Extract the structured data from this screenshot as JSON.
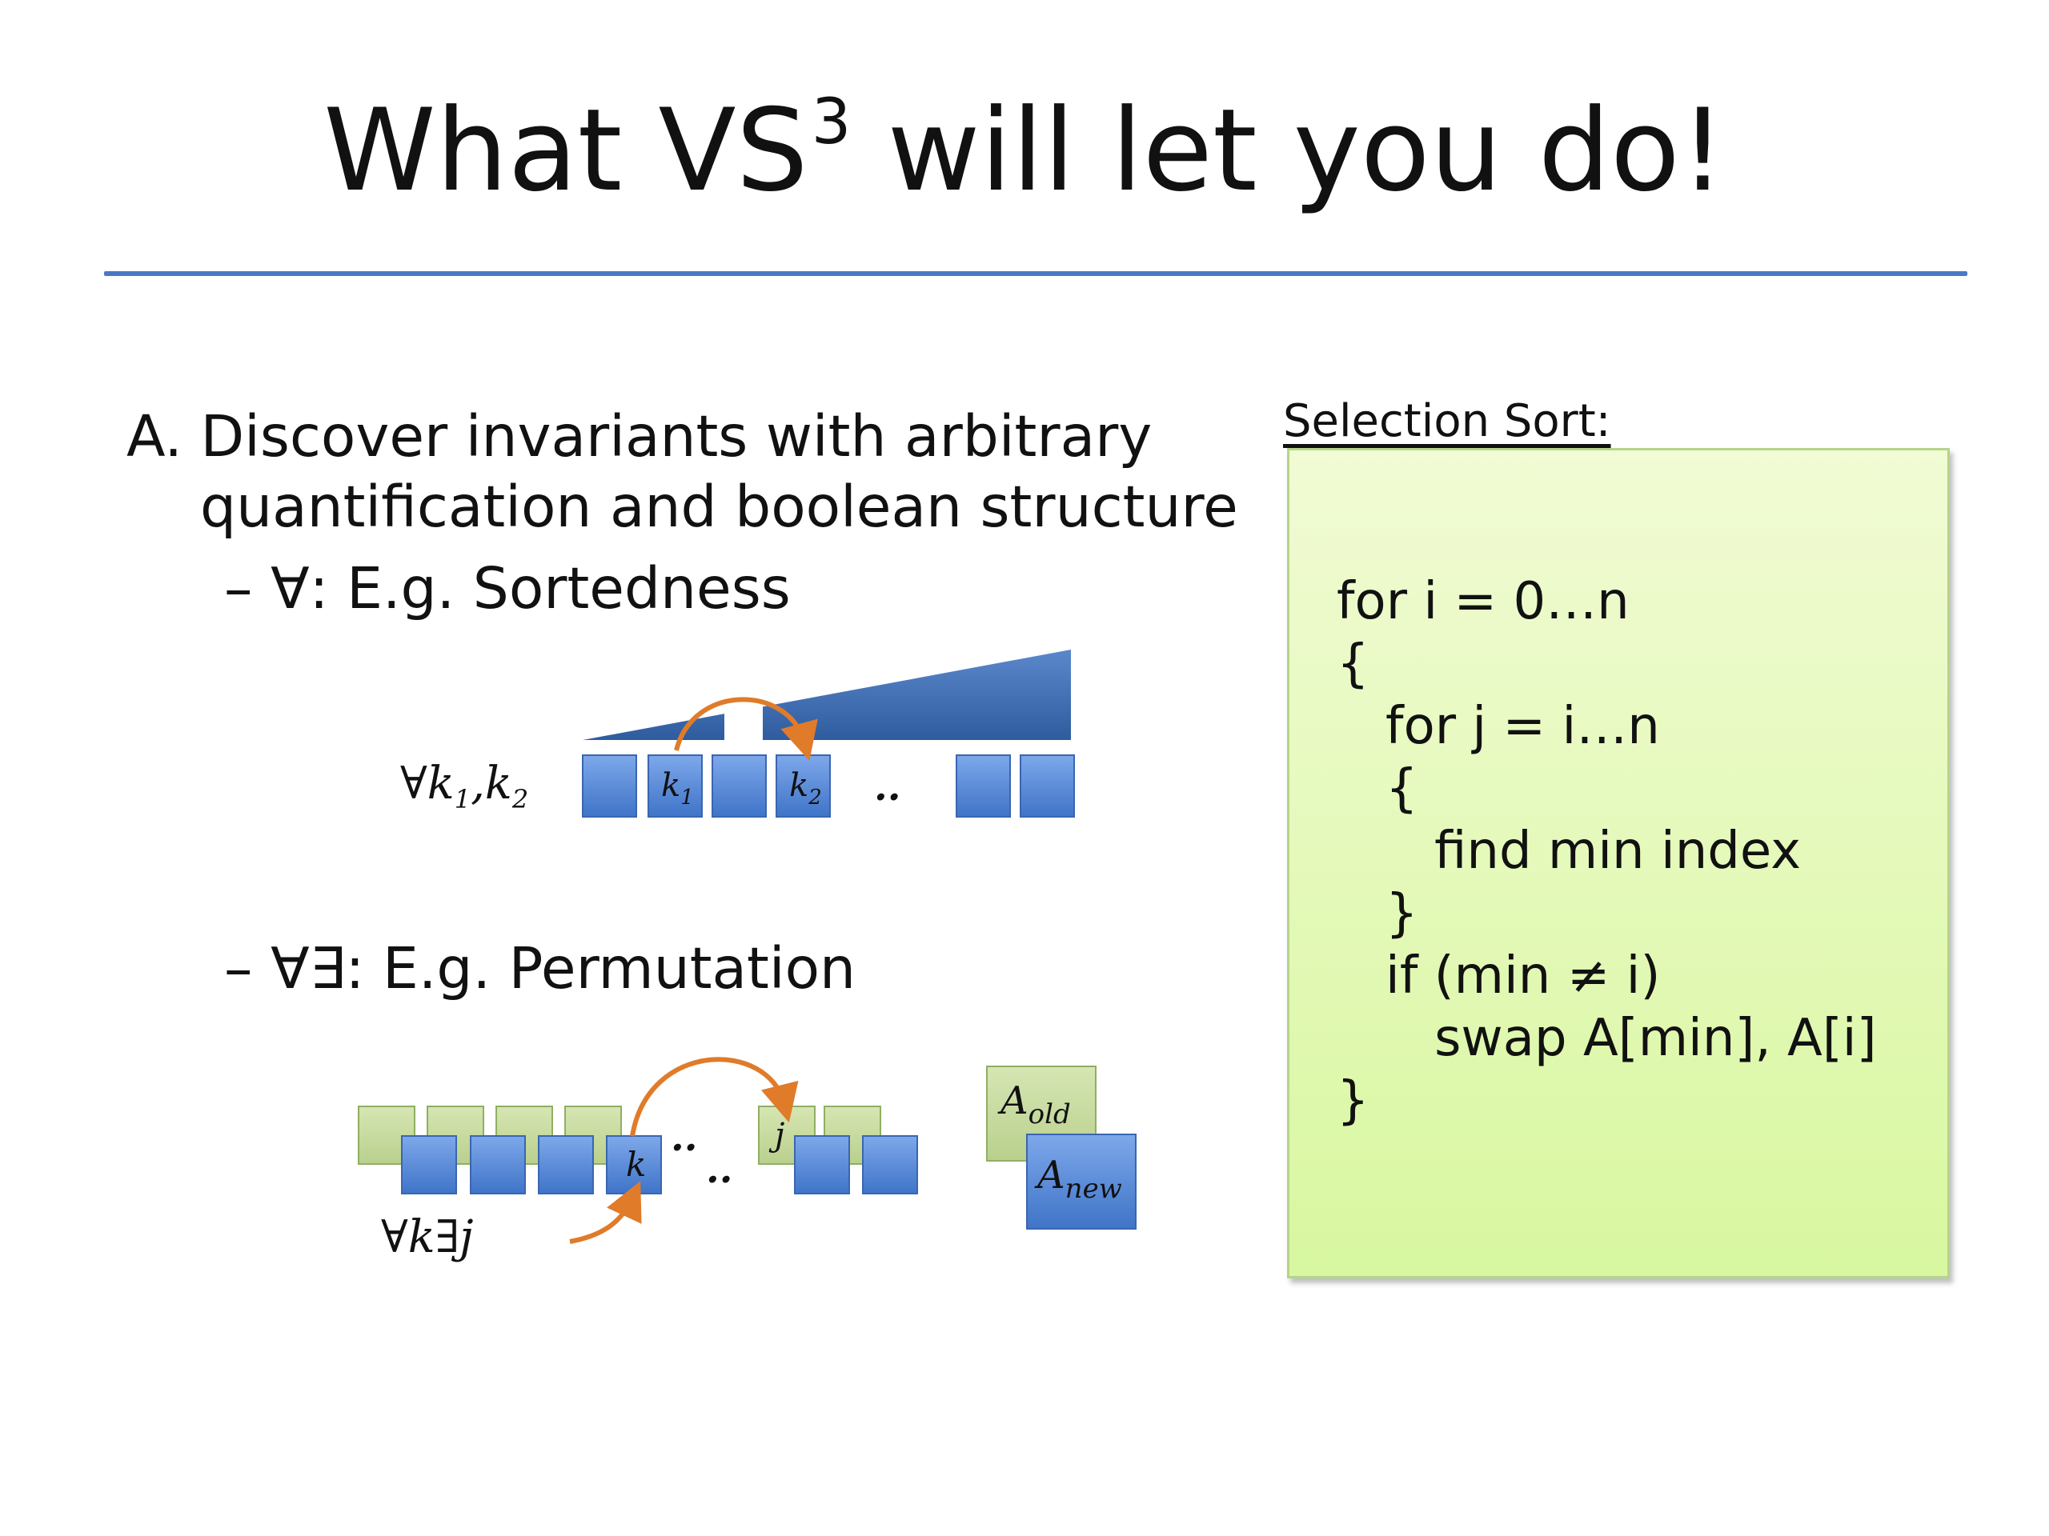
{
  "slide": {
    "title_main": "What VS",
    "title_sup": "3",
    "title_rest": " will let you do!",
    "item_a_line1": "A. Discover invariants with arbitrary",
    "item_a_line2": "quantification and boolean structure",
    "bullet1": "–  ∀: E.g. Sortedness",
    "bullet2": "–  ∀∃: E.g. Permutation",
    "sorted_label": "∀k1,k2",
    "perm_label": "∀k∃j",
    "box_k1": "k1",
    "box_k2": "k2",
    "box_k": "k",
    "box_j": "j",
    "legend_old": "Aold",
    "legend_new": "Anew",
    "ellipsis": ".."
  },
  "code_panel": {
    "label": "Selection Sort:",
    "lines": [
      "for i = 0…n",
      "{",
      "   for j = i…n",
      "   {",
      "      find min index",
      "   }",
      "   if (min ≠ i)",
      "      swap A[min], A[i]",
      "}"
    ]
  },
  "colors": {
    "rule": "#4a78c2",
    "blue_box": "#5b8fd9",
    "green_box": "#c5d9a0",
    "arrow": "#e07b2a",
    "code_bg": "#e6fab8"
  }
}
